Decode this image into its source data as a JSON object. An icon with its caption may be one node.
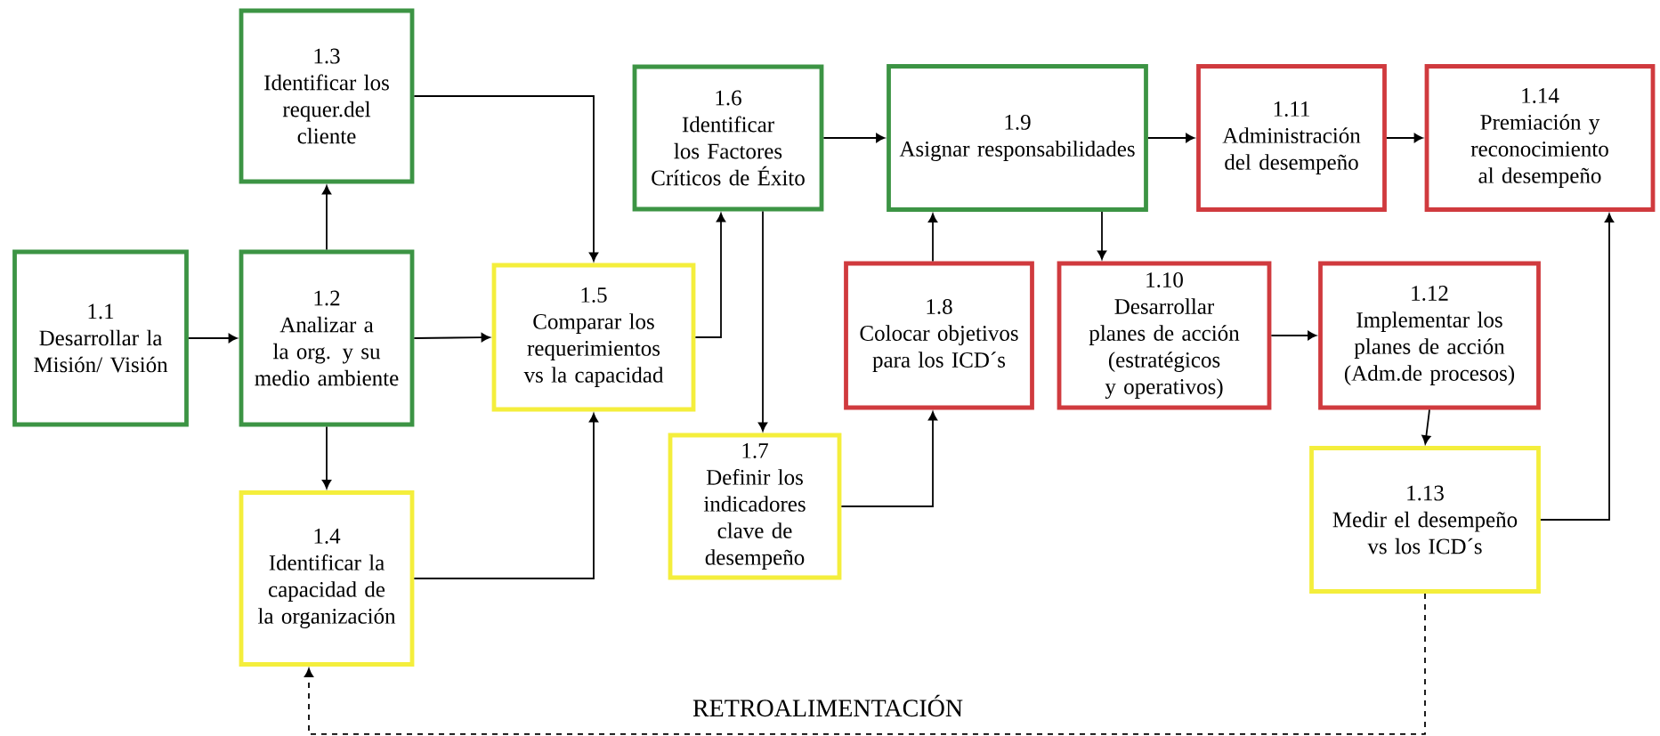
{
  "diagram": {
    "nodes": [
      {
        "text": [
          "1.1",
          "Desarrollar la Misión/ Visión"
        ]
      },
      {
        "text": [
          "1.2",
          "Analizar a la org. y su medio ambiente"
        ]
      },
      {
        "text": [
          "1.3",
          "Identificar los requer.del cliente"
        ]
      },
      {
        "text": [
          "1.4",
          "Identificar la capacidad de la organización"
        ]
      },
      {
        "text": [
          "1.5",
          "Comparar los requerimientos vs la capacidad"
        ]
      },
      {
        "text": [
          "1.6",
          "Identificar los Factores Críticos de Éxito"
        ]
      },
      {
        "text": [
          "1.7",
          "Definir los indicadores clave de desempeño"
        ]
      },
      {
        "text": [
          "1.8",
          "Colocar objetivos para los ICD´s"
        ]
      },
      {
        "text": [
          "1.9",
          "Asignar responsabilidades"
        ]
      },
      {
        "text": [
          "1.10",
          "Desarrollar planes de acción (estratégicos y operativos)"
        ]
      },
      {
        "text": [
          "1.11",
          "Administración del desempeño"
        ]
      },
      {
        "text": [
          "1.12",
          "Implementar los planes de acción (Adm.de procesos)"
        ]
      },
      {
        "text": [
          "1.13",
          "Medir el desempeño vs los ICD´s"
        ]
      },
      {
        "text": [
          "1.14",
          "Premiación y reconocimiento al desempeño"
        ]
      }
    ],
    "edges": [
      {
        "from": 0,
        "to": 1,
        "arrow": "to"
      },
      {
        "from": 1,
        "to": 2,
        "arrow": "to"
      },
      {
        "from": 1,
        "to": 3,
        "arrow": "to"
      },
      {
        "from": 1,
        "to": 4,
        "arrow": "to"
      },
      {
        "from": 2,
        "to": 4,
        "arrow": "to"
      },
      {
        "from": 3,
        "to": 4,
        "arrow": "to"
      },
      {
        "from": 4,
        "to": 5,
        "arrow": "to"
      },
      {
        "from": 5,
        "to": 6,
        "arrow": "to"
      },
      {
        "from": 5,
        "to": 8,
        "arrow": "to"
      },
      {
        "from": 6,
        "to": 7,
        "arrow": "to"
      },
      {
        "from": 7,
        "to": 8,
        "arrow": "to"
      },
      {
        "from": 8,
        "to": 9,
        "arrow": "to"
      },
      {
        "from": 8,
        "to": 10,
        "arrow": "to"
      },
      {
        "from": 9,
        "to": 11,
        "arrow": "to"
      },
      {
        "from": 10,
        "to": 13,
        "arrow": "to"
      },
      {
        "from": 11,
        "to": 12,
        "arrow": "to"
      },
      {
        "from": 12,
        "to": 13,
        "arrow": "to"
      },
      {
        "from": 12,
        "to": 3,
        "arrow": "to",
        "style": "dashed",
        "label": "RETROALIMENTACIÓN"
      }
    ]
  }
}
